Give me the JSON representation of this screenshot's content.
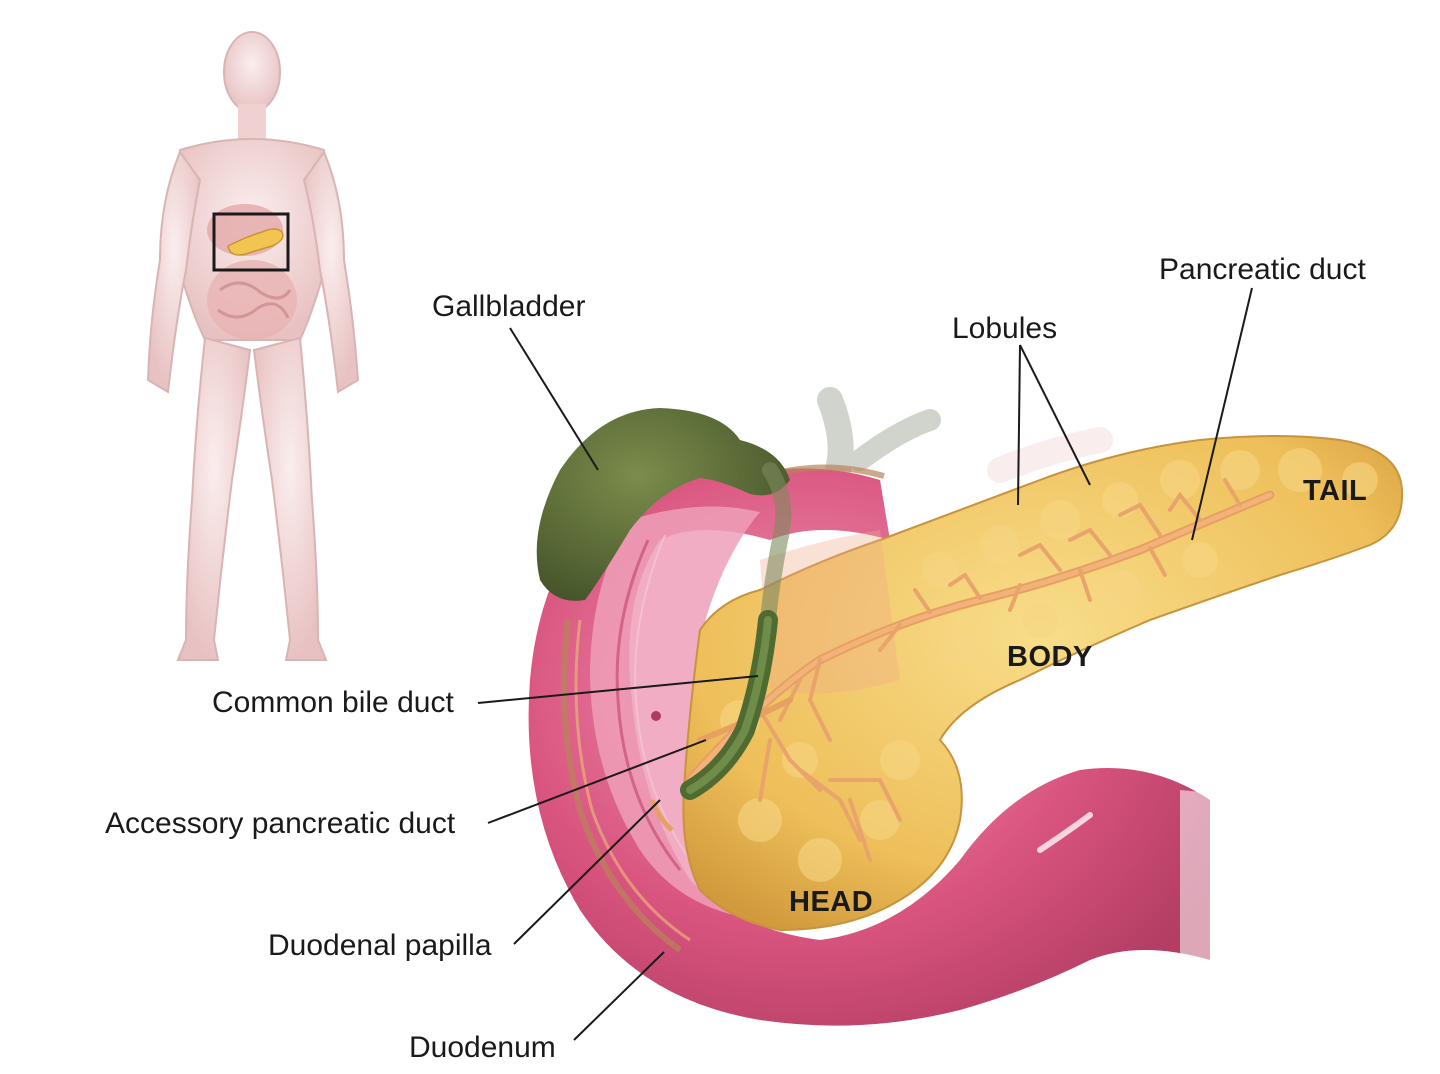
{
  "labels": {
    "gallbladder": "Gallbladder",
    "lobules": "Lobules",
    "pancreatic_duct": "Pancreatic duct",
    "common_bile_duct": "Common bile duct",
    "accessory_pancreatic_duct": "Accessory pancreatic duct",
    "duodenal_papilla": "Duodenal papilla",
    "duodenum": "Duodenum"
  },
  "regions": {
    "tail": "TAIL",
    "body": "BODY",
    "head": "HEAD"
  },
  "colors": {
    "pancreas": "#f2c96b",
    "pancreas_shadow": "#d9a543",
    "duodenum": "#d9557f",
    "duodenum_inner": "#e98aa8",
    "gallbladder": "#5a6b34",
    "bile_duct": "#5e7a3a",
    "duct": "#f3b27a",
    "body_skin": "#f2d6d6",
    "leader_line": "#1a1a1a"
  }
}
